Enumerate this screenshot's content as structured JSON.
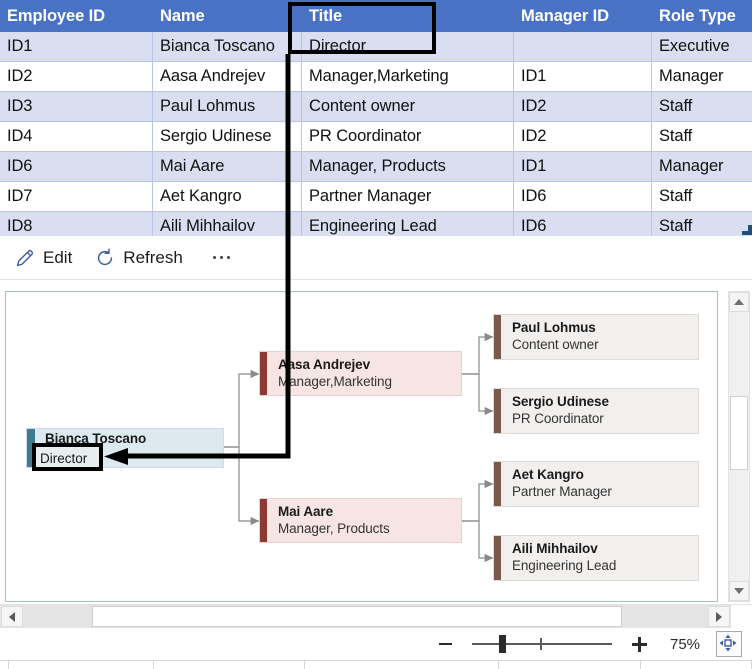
{
  "table": {
    "columns": [
      "Employee ID",
      "Name",
      "Title",
      "Manager ID",
      "Role Type"
    ],
    "rows": [
      {
        "employee_id": "ID1",
        "name": "Bianca Toscano",
        "title": "Director",
        "manager_id": "",
        "role_type": "Executive"
      },
      {
        "employee_id": "ID2",
        "name": "Aasa Andrejev",
        "title": "Manager,Marketing",
        "manager_id": "ID1",
        "role_type": "Manager"
      },
      {
        "employee_id": "ID3",
        "name": "Paul Lohmus",
        "title": "Content owner",
        "manager_id": "ID2",
        "role_type": "Staff"
      },
      {
        "employee_id": "ID4",
        "name": "Sergio Udinese",
        "title": "PR Coordinator",
        "manager_id": "ID2",
        "role_type": "Staff"
      },
      {
        "employee_id": "ID6",
        "name": "Mai Aare",
        "title": "Manager, Products",
        "manager_id": "ID1",
        "role_type": "Manager"
      },
      {
        "employee_id": "ID7",
        "name": "Aet Kangro",
        "title": "Partner Manager",
        "manager_id": "ID6",
        "role_type": "Staff"
      },
      {
        "employee_id": "ID8",
        "name": "Aili Mihhailov",
        "title": "Engineering Lead",
        "manager_id": "ID6",
        "role_type": "Staff"
      }
    ],
    "header_bg": "#4A72C4",
    "band_bg": "#D9DFF1"
  },
  "toolbar": {
    "edit_label": "Edit",
    "refresh_label": "Refresh",
    "edit_icon": "pencil-icon",
    "refresh_icon": "refresh-icon",
    "overflow_icon": "ellipsis-icon"
  },
  "orgchart": {
    "nodes": [
      {
        "id": "root",
        "name": "Bianca Toscano",
        "title": "Director",
        "kind": "root"
      },
      {
        "id": "aasa",
        "name": "Aasa Andrejev",
        "title": "Manager,Marketing",
        "kind": "manager"
      },
      {
        "id": "mai",
        "name": "Mai Aare",
        "title": "Manager, Products",
        "kind": "manager"
      },
      {
        "id": "paul",
        "name": "Paul Lohmus",
        "title": "Content owner",
        "kind": "staff"
      },
      {
        "id": "sergio",
        "name": "Sergio Udinese",
        "title": "PR Coordinator",
        "kind": "staff"
      },
      {
        "id": "aet",
        "name": "Aet Kangro",
        "title": "Partner Manager",
        "kind": "staff"
      },
      {
        "id": "aili",
        "name": "Aili Mihhailov",
        "title": "Engineering Lead",
        "kind": "staff"
      }
    ],
    "colors": {
      "root_fill": "#DCEAF0",
      "root_bar": "#3E7B93",
      "manager_fill": "#F6E5E4",
      "manager_bar": "#8C3B32",
      "staff_fill": "#F2F0EE",
      "staff_bar": "#7A5A4C",
      "canvas_border": "#9EC4BC",
      "connector": "#8A8A8A"
    }
  },
  "annotation": {
    "callout_value": "Director",
    "highlighted_column": "Title",
    "stroke_color": "#000000"
  },
  "zoom": {
    "level_label": "75%",
    "minus_icon": "zoom-out-icon",
    "plus_icon": "zoom-in-icon",
    "fit_icon": "fit-to-window-icon"
  },
  "scrollbars": {
    "v_up_icon": "scroll-up-icon",
    "v_down_icon": "scroll-down-icon",
    "h_left_icon": "scroll-left-icon",
    "h_right_icon": "scroll-right-icon"
  }
}
